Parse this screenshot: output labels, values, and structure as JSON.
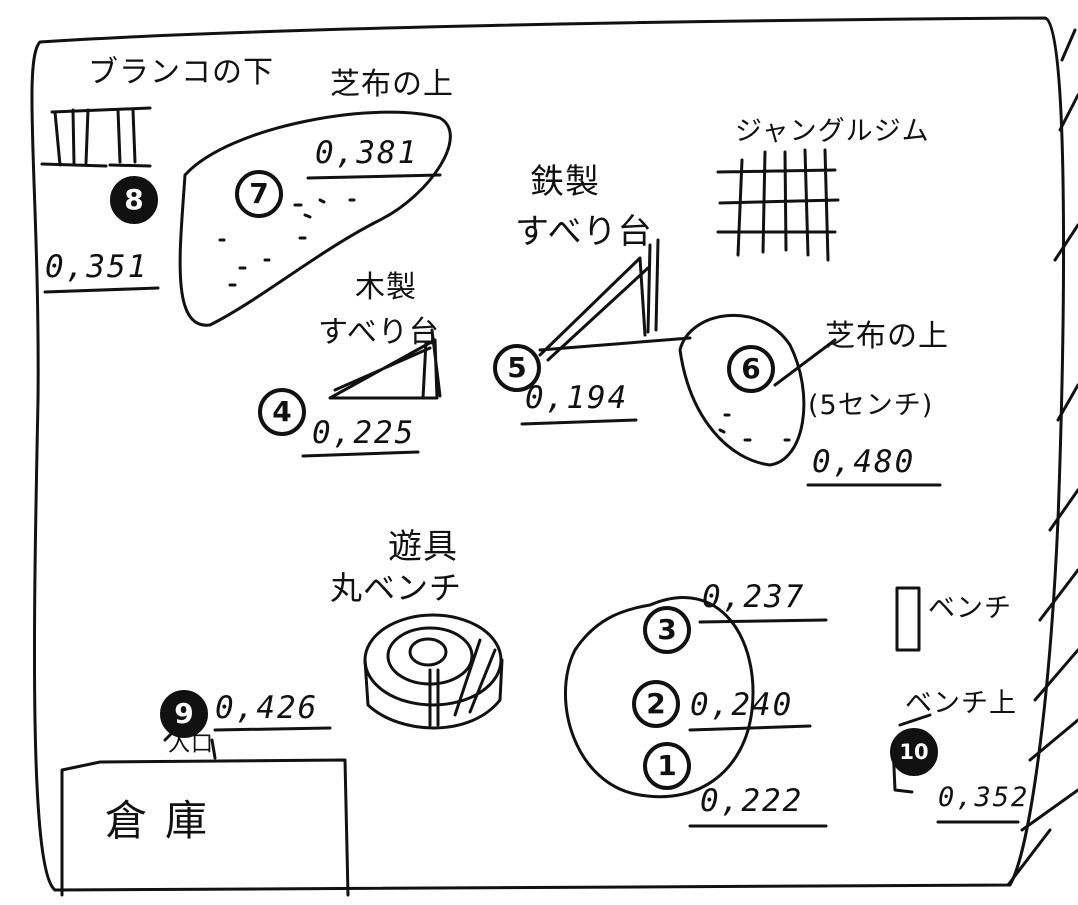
{
  "map": {
    "labels": {
      "swing_under": "ブランコの下",
      "lawn_top_7": "芝布の上",
      "jungle_gym": "ジャングルジム",
      "steel": "鉄製",
      "slide_steel": "すべり台",
      "wood": "木製",
      "slide_wood": "すべり台",
      "lawn_top_6": "芝布の上",
      "lawn_height": "(5センチ)",
      "play_equip": "遊具",
      "round_bench": "丸ベンチ",
      "bench": "ベンチ",
      "bench_top": "ベンチ上",
      "entrance": "入口",
      "warehouse": "倉庫"
    },
    "points": [
      {
        "id": "8",
        "value": "0,351"
      },
      {
        "id": "7",
        "value": "0,381"
      },
      {
        "id": "4",
        "value": "0,225"
      },
      {
        "id": "5",
        "value": "0,194"
      },
      {
        "id": "6",
        "value": "0,480"
      },
      {
        "id": "3",
        "value": "0,237"
      },
      {
        "id": "2",
        "value": "0,240"
      },
      {
        "id": "1",
        "value": "0,222"
      },
      {
        "id": "9",
        "value": "0,426"
      },
      {
        "id": "10",
        "value": "0,352"
      }
    ]
  }
}
